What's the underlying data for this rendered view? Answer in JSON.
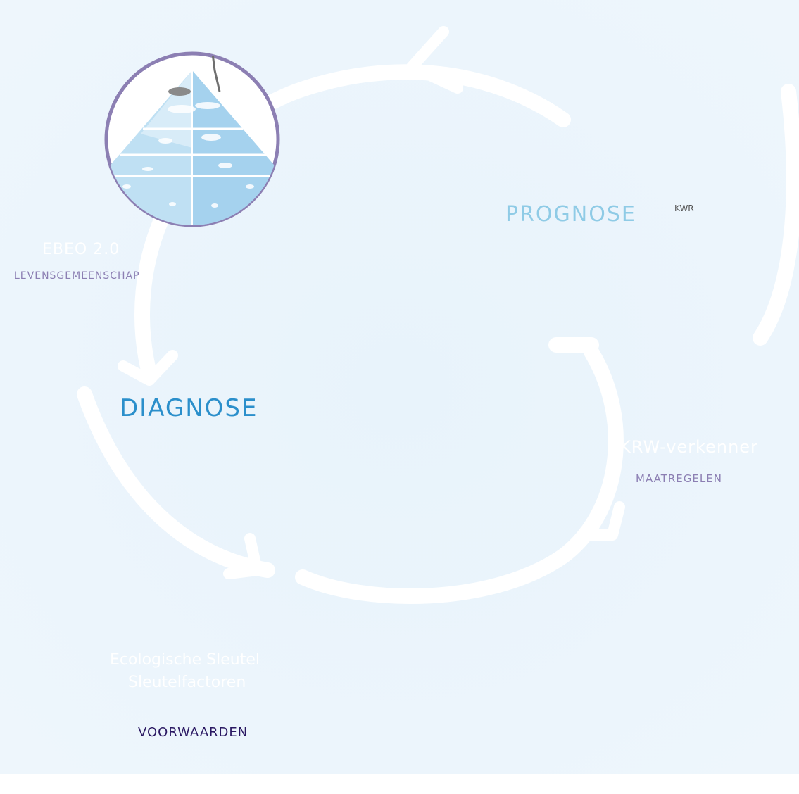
{
  "ebeo": {
    "title": "EBEO 2.0",
    "subtitle": "LEVENSGEMEENSCHAP"
  },
  "prognose": {
    "title": "PROGNOSE",
    "meter_label": "KWR"
  },
  "krw": {
    "title": "KRW-verkenner",
    "subtitle": "MAATREGELEN"
  },
  "diagnose": {
    "title": "DIAGNOSE",
    "box_line1": "Ecologische Sleutel",
    "box_line2": "Sleutelfactoren",
    "subtitle": "VOORWAARDEN"
  },
  "colors": {
    "background_wash": "#e8f3fb",
    "cycle_arrow": "#ffffff",
    "label_box_purple": "#a99bc8",
    "label_text_purple": "#8c7fb3",
    "prognose_blue": "#8fcbe6",
    "diagnose_panel": "#a6daf5",
    "diagnose_title": "#2b8fcb",
    "dark_navy": "#2a1862",
    "ring_blue": "#7cc4ec",
    "grass_green": "#8cc455",
    "water_blue": "#6fb3d6",
    "arrow_red": "#e5553a"
  },
  "icons": [
    "food-pyramid-icon",
    "landscape-block-icon",
    "measures-cycle-icon",
    "excavator-icon",
    "kwr-meter-icon",
    "document-icon",
    "stream-block-icon",
    "rain-cloud-icon",
    "tractor-icon",
    "flow-arrow-icon"
  ]
}
